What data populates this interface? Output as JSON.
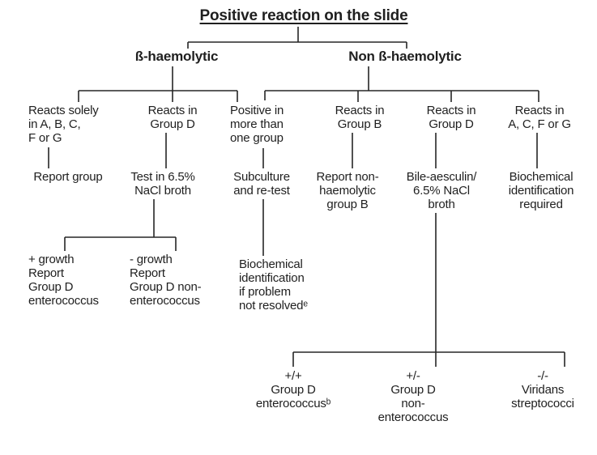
{
  "title": "Positive reaction on the slide",
  "level1": {
    "beta": "ß-haemolytic",
    "non_beta": "Non ß-haemolytic"
  },
  "level2": {
    "reacts_solely": "Reacts solely\nin A, B, C,\nF or G",
    "reacts_group_d_beta": "Reacts in\nGroup D",
    "positive_multi": "Positive in\nmore than\none group",
    "reacts_group_b": "Reacts in\nGroup B",
    "reacts_group_d_non": "Reacts in\nGroup D",
    "reacts_acfg": "Reacts in\nA, C, F or G"
  },
  "level3": {
    "report_group": "Report group",
    "test_nacl": "Test in 6.5%\nNaCl broth",
    "subculture": "Subculture\nand re-test",
    "report_non_haem": "Report non-\nhaemolytic\ngroup B",
    "bile_aesculin": "Bile-aesculin/\n6.5% NaCl\nbroth",
    "biochem_required": "Biochemical\nidentification\nrequired"
  },
  "level4": {
    "pos_growth": "+ growth\nReport\nGroup D\nenterococcus",
    "neg_growth": "- growth\nReport\nGroup D non-\nenterococcus",
    "biochem_if_problem": "Biochemical\nidentification\nif problem\nnot resolvedᵉ"
  },
  "outcomes": {
    "pos_pos": "+/+\nGroup D\nenterococcusᵇ",
    "pos_neg": "+/-\nGroup D\nnon-\nenterococcus",
    "neg_neg": "-/-\nViridans\nstreptococci"
  },
  "colors": {
    "line": "#262626",
    "text": "#1f1f1f",
    "background": "#ffffff"
  }
}
